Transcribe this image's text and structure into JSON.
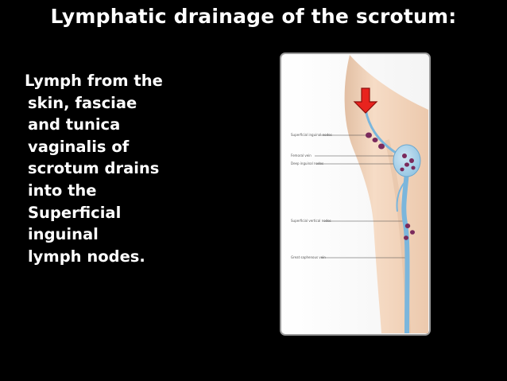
{
  "slide": {
    "title": "Lymphatic drainage of the scrotum:",
    "body_lines": [
      "Lymph from the",
      "skin, fasciae",
      "and tunica",
      "vaginalis of",
      "scrotum drains",
      "into the",
      "Superficial",
      "inguinal",
      "lymph nodes."
    ]
  },
  "figure": {
    "labels": [
      "Superficial inguinal nodes",
      "Femoral vein",
      "Deep inguinal nodes",
      "Superficial vertical nodes",
      "Great saphenous vein"
    ],
    "arrow_color": "#e8231e",
    "vessel_color": "#7bb6dc",
    "node_color": "#7a2a5c",
    "skin_color": "#f3d6bd"
  }
}
